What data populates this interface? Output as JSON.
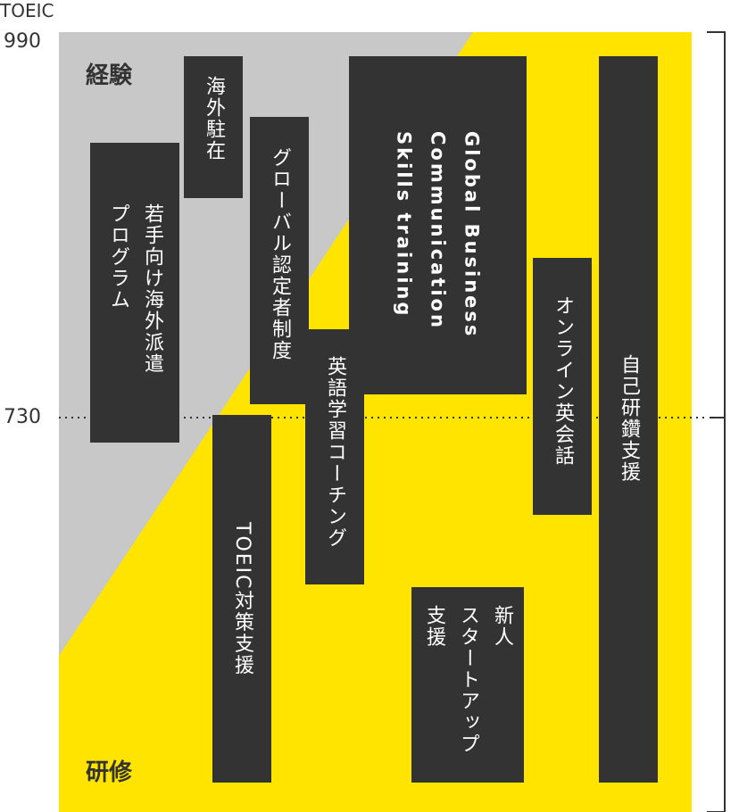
{
  "axis": {
    "title": "TOEIC",
    "ticks": [
      "990",
      "730"
    ]
  },
  "regions": {
    "experience": "経験",
    "training": "研修"
  },
  "colors": {
    "experience_bg": "#c8c8c8",
    "training_bg": "#ffe400",
    "block": "#333333",
    "block_text": "#ffffff"
  },
  "programs": {
    "overseas_posting": "海外駐在",
    "young_overseas": "若手向け海外派遣\nプログラム",
    "global_cert": "グローバル認定者制度",
    "gbcs": "Global Business\nCommunication\nSkills training",
    "coaching": "英語学習コーチング",
    "toeic_support": "TOEIC対策支援",
    "online_english": "オンライン英会話",
    "self_study": "自己研鑽支援",
    "new_startup": "新人\nスタートアップ\n支援"
  }
}
